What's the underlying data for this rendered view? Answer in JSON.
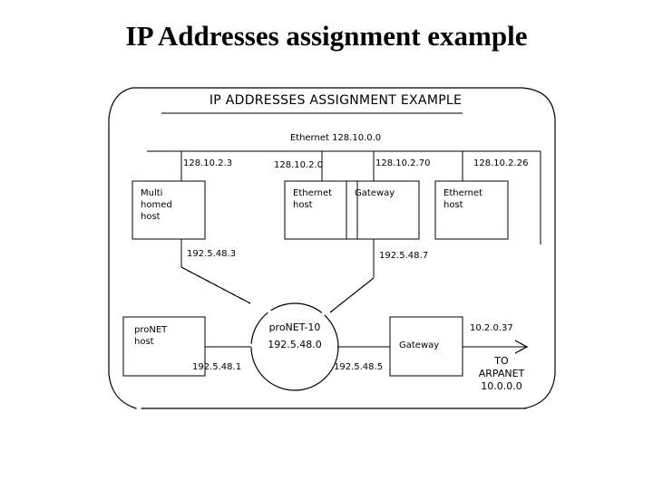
{
  "slide": {
    "title": "IP Addresses assignment example",
    "background_color": "#ffffff",
    "ink_color": "#000000"
  },
  "diagram": {
    "heading": "IP ADDRESSES ASSIGNMENT EXAMPLE",
    "bus_label": "Ethernet 128.10.0.0",
    "top_interface_addresses": [
      "128.10.2.3",
      "128.10.2.0",
      "128.10.2.70",
      "128.10.2.26"
    ],
    "top_boxes": [
      {
        "label": "Multi\nhomed\nhost"
      },
      {
        "label": "Ethernet\nhost"
      },
      {
        "label": "Gateway"
      },
      {
        "label": "Ethernet\nhost"
      }
    ],
    "mid_interface_addresses": [
      "192.5.48.3",
      "192.5.48.7"
    ],
    "ring": {
      "name": "proNET-10",
      "network": "192.5.48.0"
    },
    "bottom_boxes": [
      {
        "label": "proNET\nhost"
      },
      {
        "label": "Gateway"
      }
    ],
    "bottom_interface_addresses": [
      "192.5.48.1",
      "192.5.48.5"
    ],
    "uplink_address": "10.2.0.37",
    "uplink_destination": "TO\nARPANET\n10.0.0.0"
  }
}
